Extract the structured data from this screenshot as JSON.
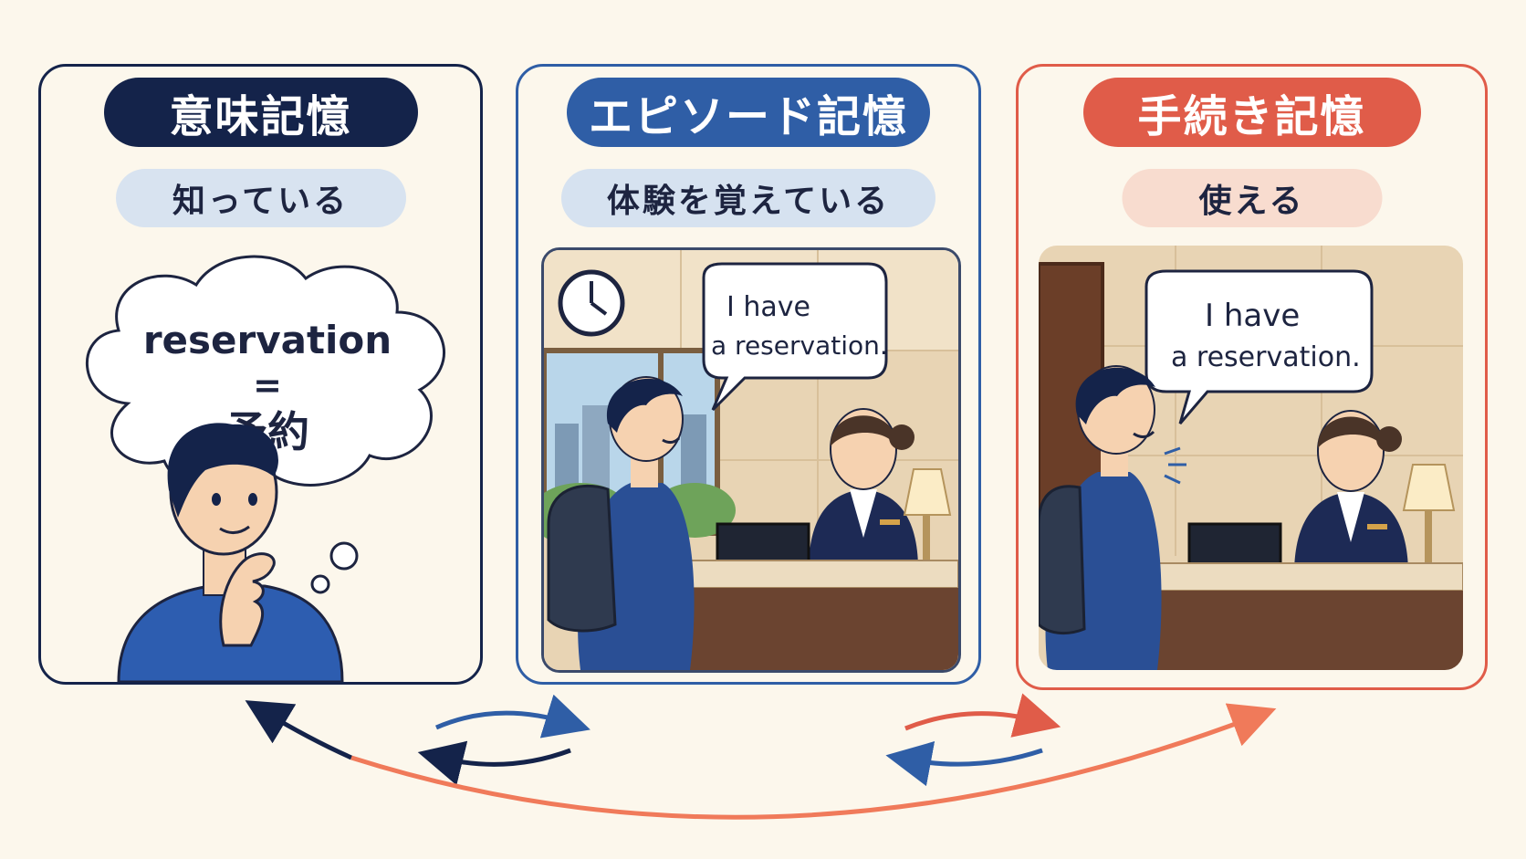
{
  "panels": [
    {
      "title": "意味記憶",
      "subtitle": "知っている",
      "thought": {
        "word": "reservation",
        "equals": "=",
        "meaning": "予約"
      },
      "color": "#14234a",
      "sub_bg": "#d8e3f0"
    },
    {
      "title": "エピソード記憶",
      "subtitle": "体験を覚えている",
      "speech": {
        "line1": "I have",
        "line2": "a reservation."
      },
      "color": "#2f5ea6",
      "sub_bg": "#d6e2f0"
    },
    {
      "title": "手続き記憶",
      "subtitle": "使える",
      "speech": {
        "line1": "I have",
        "line2": "a reservation."
      },
      "color": "#e05c49",
      "sub_bg": "#f8dccf"
    }
  ],
  "icons": [
    "clock-icon",
    "backpack-icon",
    "desk-lamp-icon",
    "computer-monitor-icon"
  ],
  "arrow_colors": {
    "navy": "#14234a",
    "blue": "#2f5ea6",
    "red": "#e05c49",
    "salmon": "#f07a5a"
  }
}
